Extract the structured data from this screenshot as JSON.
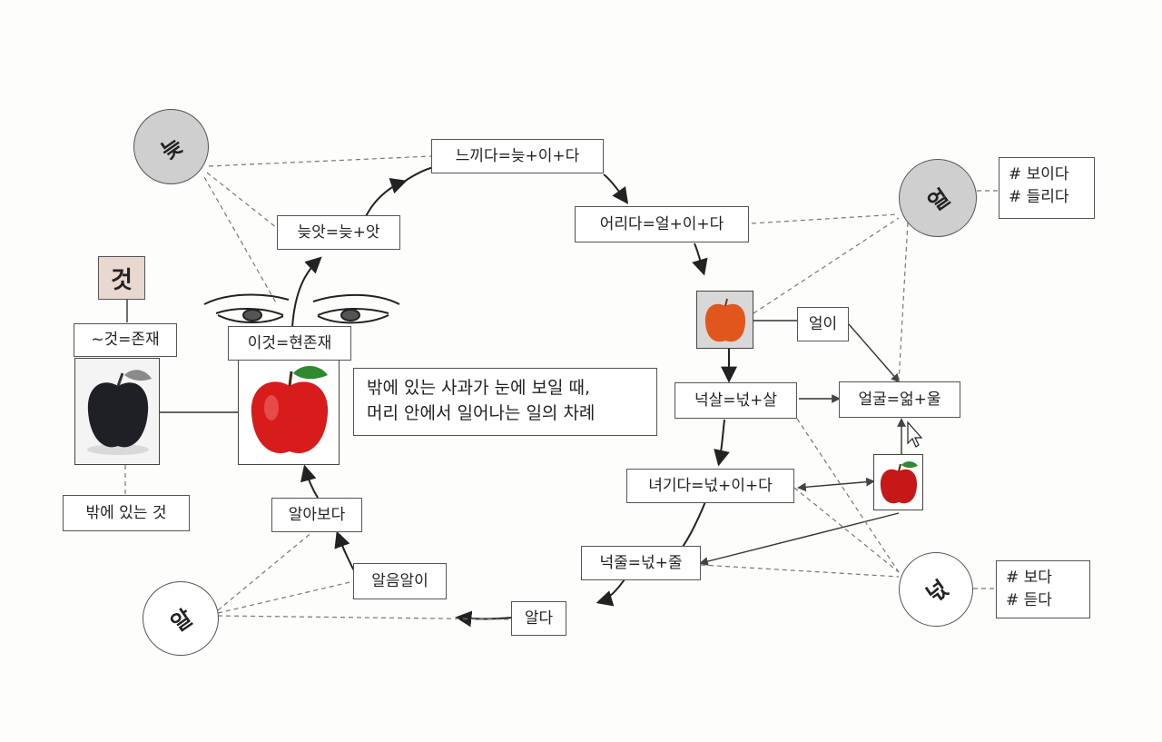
{
  "nodes": {
    "neukkida": "느끼다=늦+이+다",
    "neujat": "늦앗=늦+앗",
    "eorida": "어리다=얼+이+다",
    "eori": "얼이",
    "geot_big": "것",
    "geot_jonjae": "~것=존재",
    "igeot": "이것=현존재",
    "bakke": "밖에 있는 것",
    "nuksal": "넉살=넋+살",
    "eolgul": "얼굴=얾+울",
    "neogida": "녀기다=넋+이+다",
    "nukjul": "넉줄=넋+줄",
    "alaboda": "알아보다",
    "aleum": "알음알이",
    "alda": "알다"
  },
  "circles": {
    "neut": "늦",
    "eol": "얼",
    "neok": "넋",
    "al": "알"
  },
  "notes": {
    "eol_note": [
      "# 보이다",
      "# 들리다"
    ],
    "neok_note": [
      "# 보다",
      "# 듣다"
    ]
  },
  "caption": [
    "밖에 있는 사과가 눈에 보일 때,",
    "머리 안에서 일어나는 일의 차례"
  ],
  "colors": {
    "circle_grey": "#cfcfcf",
    "geot_box": "#e8d8cf",
    "apple_red": "#d81b1b",
    "apple_dark": "#1f1f26",
    "apple_orange": "#e0561c"
  },
  "icons": [
    "eyes-icon",
    "apple-icon",
    "cursor-icon"
  ]
}
